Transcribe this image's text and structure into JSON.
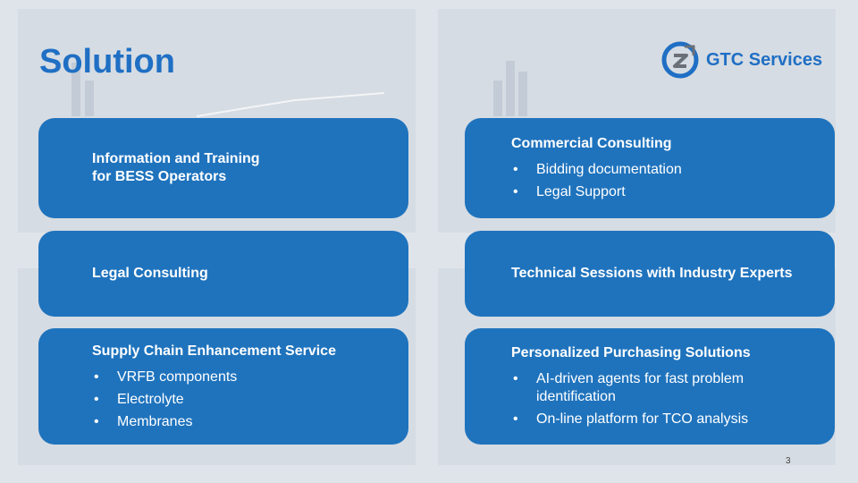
{
  "slide": {
    "title": "Solution",
    "page_number": "3"
  },
  "logo": {
    "text": "GTC Services",
    "icon": "gtc-logo-icon",
    "color": "#1f6fc4"
  },
  "colors": {
    "accent": "#1f6fc4",
    "card": "#1f73bd"
  },
  "cards": {
    "info_training": {
      "title_line1": "Information and Training",
      "title_line2": "for BESS Operators"
    },
    "commercial": {
      "title": "Commercial Consulting",
      "bullets": [
        "Bidding documentation",
        "Legal Support"
      ]
    },
    "legal": {
      "title": "Legal Consulting"
    },
    "technical": {
      "title": "Technical Sessions with Industry Experts"
    },
    "supply_chain": {
      "title": "Supply Chain Enhancement Service",
      "bullets": [
        "VRFB components",
        "Electrolyte",
        "Membranes"
      ]
    },
    "purchasing": {
      "title": "Personalized Purchasing  Solutions",
      "bullets": [
        "AI-driven agents for fast problem identification",
        "On-line platform for TCO analysis"
      ]
    }
  }
}
